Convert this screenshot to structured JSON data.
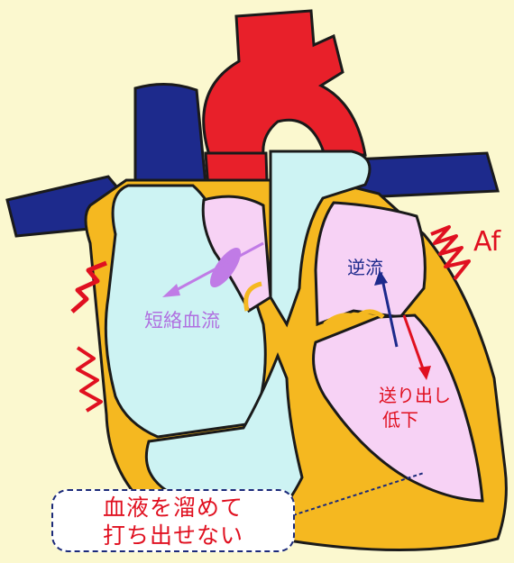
{
  "colors": {
    "background": "#fbf8cf",
    "aorta": "#e8202a",
    "vena_cava": "#1d2a8c",
    "muscle": "#f5b820",
    "right_heart": "#cdf3f3",
    "left_heart": "#f7d2f5",
    "outline": "#1a1a1a",
    "shunt": "#c07be6",
    "regurgitation_arrow": "#1d2a8c",
    "output_arrow": "#e01020",
    "fibrillation_wave": "#e01020"
  },
  "labels": {
    "af": "Af",
    "shunt": "短絡血流",
    "regurgitation": "逆流",
    "output_line1": "送り出し",
    "output_line2": "低下",
    "callout_line1": "血液を溜めて",
    "callout_line2": "打ち出せない"
  },
  "icons": {
    "fibrillation": "zigzag-wave-icon",
    "shunt_arrow": "arrow-icon"
  }
}
